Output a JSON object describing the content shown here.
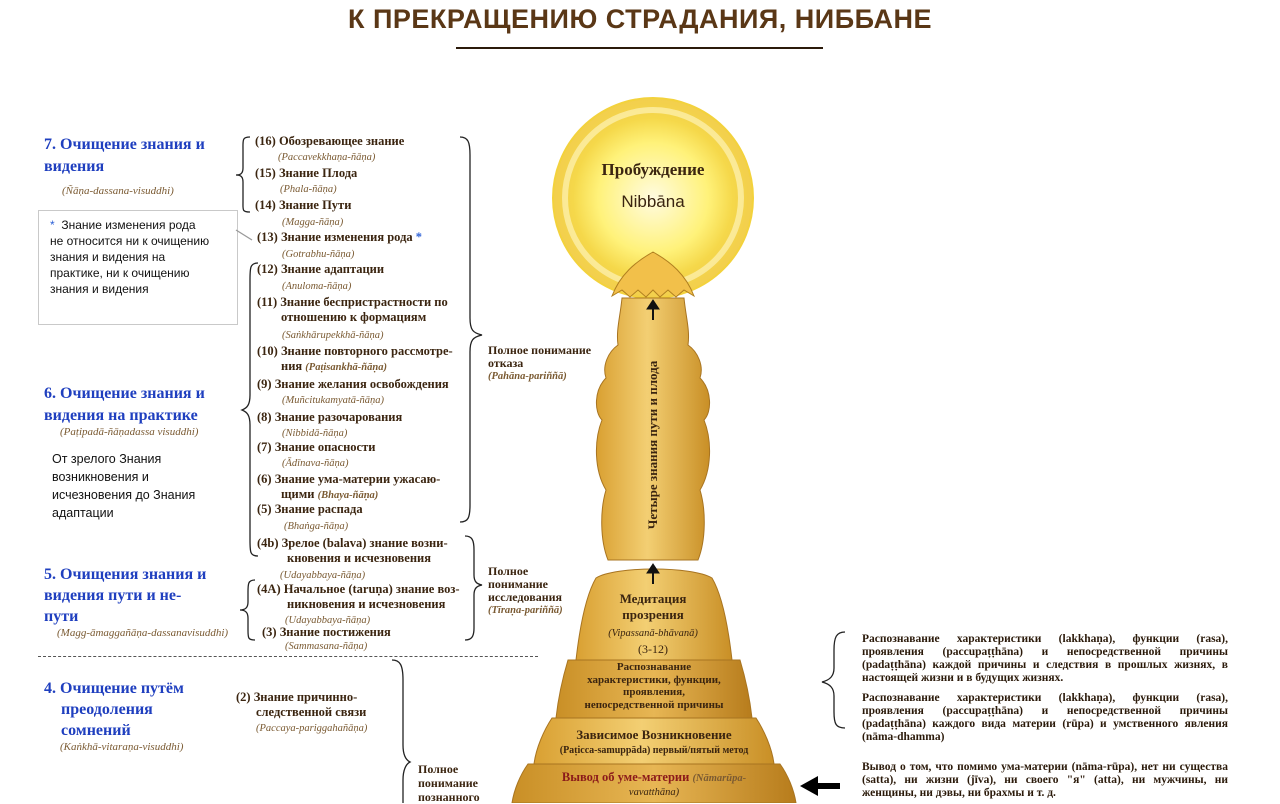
{
  "title": "К ПРЕКРАЩЕНИЮ СТРАДАНИЯ, НИББАНЕ",
  "awakening": {
    "label": "Пробуждение",
    "pali": "Nibbāna"
  },
  "stages": [
    {
      "num": "7.",
      "line1": "Очищение знания и",
      "line2": "видения",
      "pali": "(Ñāṇa-dassana-visuddhi)"
    },
    {
      "num": "6.",
      "line1": "Очищение знания и",
      "line2": "видения на практике",
      "pali": "(Paṭipadā-ñāṇadassa visuddhi)"
    },
    {
      "num": "5.",
      "line1": "Очищения знания и",
      "line2": "видения пути и не-",
      "line3": "пути",
      "pali": "(Magg-āmaggañāṇa-dassanavisuddhi)"
    },
    {
      "num": "4.",
      "line1": "Очищение путём",
      "line2": "преодоления",
      "line3": "сомнений",
      "pali": "(Kaṅkhā-vitaraṇa-visuddhi)"
    }
  ],
  "note_box": {
    "star": "*",
    "lines": [
      "Знание изменения рода",
      "не относится ни к очищению",
      "знания и видения на",
      "практике, ни к очищению",
      "знания и видения"
    ]
  },
  "stage6_note": {
    "lines": [
      "От зрелого Знания",
      "возникновения и",
      "исчезновения до Знания",
      "адаптации"
    ]
  },
  "knowledges": [
    {
      "l1": "(16) Обозревающее знание",
      "p": "(Paccavekkhaṇa-ñāṇa)"
    },
    {
      "l1": "(15) Знание Плода",
      "p": "(Phala-ñāṇa)"
    },
    {
      "l1": "(14) Знание Пути",
      "p": "(Magga-ñāṇa)"
    },
    {
      "l1": "(13) Знание изменения рода",
      "star": "*",
      "p": "(Gotrabhu-ñāṇa)"
    },
    {
      "l1": "(12) Знание адаптации",
      "p": "(Anuloma-ñāṇa)"
    },
    {
      "l1": "(11) Знание беспристрастности по",
      "l2": "отношению к формациям",
      "p": "(Saṅkhārupekkhā-ñāṇa)"
    },
    {
      "l1": "(10) Знание повторного рассмотре-",
      "l2": "ния",
      "p": "(Paṭisankhā-ñāṇa)"
    },
    {
      "l1": "(9)  Знание желания освобождения",
      "p": "(Muñcitukamyatā-ñāṇa)"
    },
    {
      "l1": "(8)  Знание разочарования",
      "p": "(Nibbidā-ñāṇa)"
    },
    {
      "l1": "(7)   Знание опасности",
      "p": "(Ādīnava-ñāṇa)"
    },
    {
      "l1": "(6)  Знание ума-материи ужасаю-",
      "l2": "щими",
      "p": "(Bhaya-ñāṇa)"
    },
    {
      "l1": "(5)  Знание распада",
      "p": "(Bhaṅga-ñāṇa)"
    },
    {
      "l1": "(4b) Зрелое (balava) знание возни-",
      "l2": "кновения и исчезновения",
      "p": "(Udayabbaya-ñāṇa)"
    },
    {
      "l1": "(4A) Начальное (taruṇa) знание воз-",
      "l2": "никновения и исчезновения",
      "p": "(Udayabbaya-ñāṇa)"
    },
    {
      "l1": "(3) Знание постижения",
      "p": "(Sammasana-ñāṇa)"
    },
    {
      "l1": "(2) Знание причинно-",
      "l2": "следственной связи",
      "p": "(Paccaya-pariggahañāṇa)"
    }
  ],
  "side_labels": [
    {
      "lines": [
        "Полное понимание",
        "отказа"
      ],
      "pali": "(Pahāna-pariññā)"
    },
    {
      "lines": [
        "Полное",
        "понимание",
        "исследования"
      ],
      "pali": "(Tīraṇa-pariññā)"
    },
    {
      "lines": [
        "Полное",
        "понимание",
        "познанного"
      ]
    }
  ],
  "stupa": {
    "vertical": "Четыре знания пути и плода",
    "meditation": {
      "l1": "Медитация",
      "l2": "прозрения",
      "pali": "(Vipassanā-bhāvanā)",
      "range": "(3-12)"
    },
    "tier1": [
      "Распознавание",
      "характеристики, функции,",
      "проявления,",
      "непосредственной причины"
    ],
    "tier2": {
      "l1": "Зависимое Возникновение",
      "l2a": "(Paṭicca-samuppāda)",
      "l2b": "первый/пятый метод"
    },
    "tier3": {
      "l1": "Вывод об уме-материи",
      "pali1": "(Nāmarūpa-",
      "pali2": "vavatthāna)"
    }
  },
  "right_notes": {
    "p1": "Распознавание характеристики (lakkhaṇa), функции (rasa), проявления (paccupaṭṭhāna) и непосредственной причины (padaṭṭhāna) каждой причины и следствия в прошлых жизнях, в настоящей жизни и в будущих жизнях.",
    "p2": "Распознавание характеристики (lakkhaṇa), функции (rasa), проявления (paccupaṭṭhāna) и непосредственной причины (padaṭṭhāna) каждого вида материи (rūpa) и умственного явления (nāma-dhamma)",
    "p3": "Вывод о том, что помимо ума-материи (nāma-rūpa), нет ни существа (satta), ни жизни (jīva), ни своего \"я\" (atta), ни мужчины, ни женщины, ни дэвы, ни брахмы и т. д."
  },
  "colors": {
    "gold": "#e8b33a",
    "gold_light": "#f7d98a",
    "glow": "#fff6b0",
    "stage_blue": "#1f3fbf",
    "brown": "#3b2510",
    "dark_red": "#8b1a1a"
  }
}
